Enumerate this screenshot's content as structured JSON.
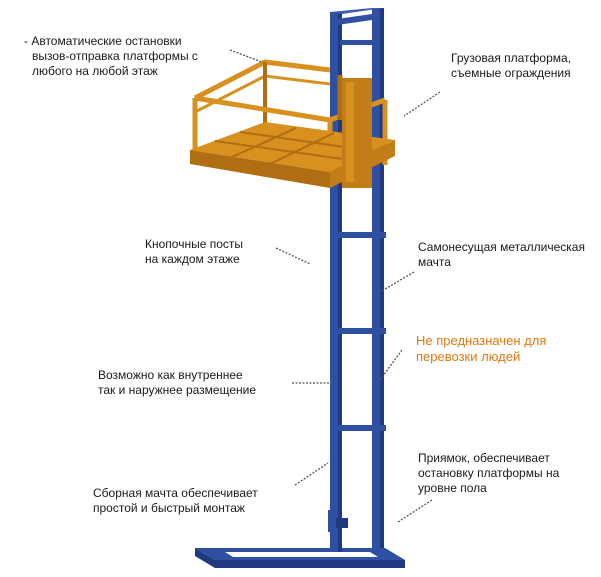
{
  "colors": {
    "mast": "#2f4fa3",
    "mast_dark": "#1f3a80",
    "platform": "#d8901f",
    "platform_dark": "#b06e12",
    "leader": "#555555",
    "warning_text": "#e07a10"
  },
  "labels": {
    "auto_stops": [
      "- Автоматические остановки",
      "вызов-отправка платформы с",
      "любого на любой этаж"
    ],
    "cargo_platform": [
      "Грузовая платформа,",
      "съемные ограждения"
    ],
    "button_posts": [
      "Кнопочные посты",
      "на каждом этаже"
    ],
    "self_supporting_mast": [
      "Самонесущая металлическая",
      "мачта"
    ],
    "not_for_people": [
      "Не предназначен для",
      "перевозки людей"
    ],
    "placement": [
      "Возможно как внутреннее",
      "так и наружнее размещение"
    ],
    "pit": [
      "Приямок, обеспечивает",
      "остановку платформы на",
      "уровне пола"
    ],
    "assembly": [
      "Сборная мачта обеспечивает",
      "простой и быстрый монтаж"
    ]
  }
}
